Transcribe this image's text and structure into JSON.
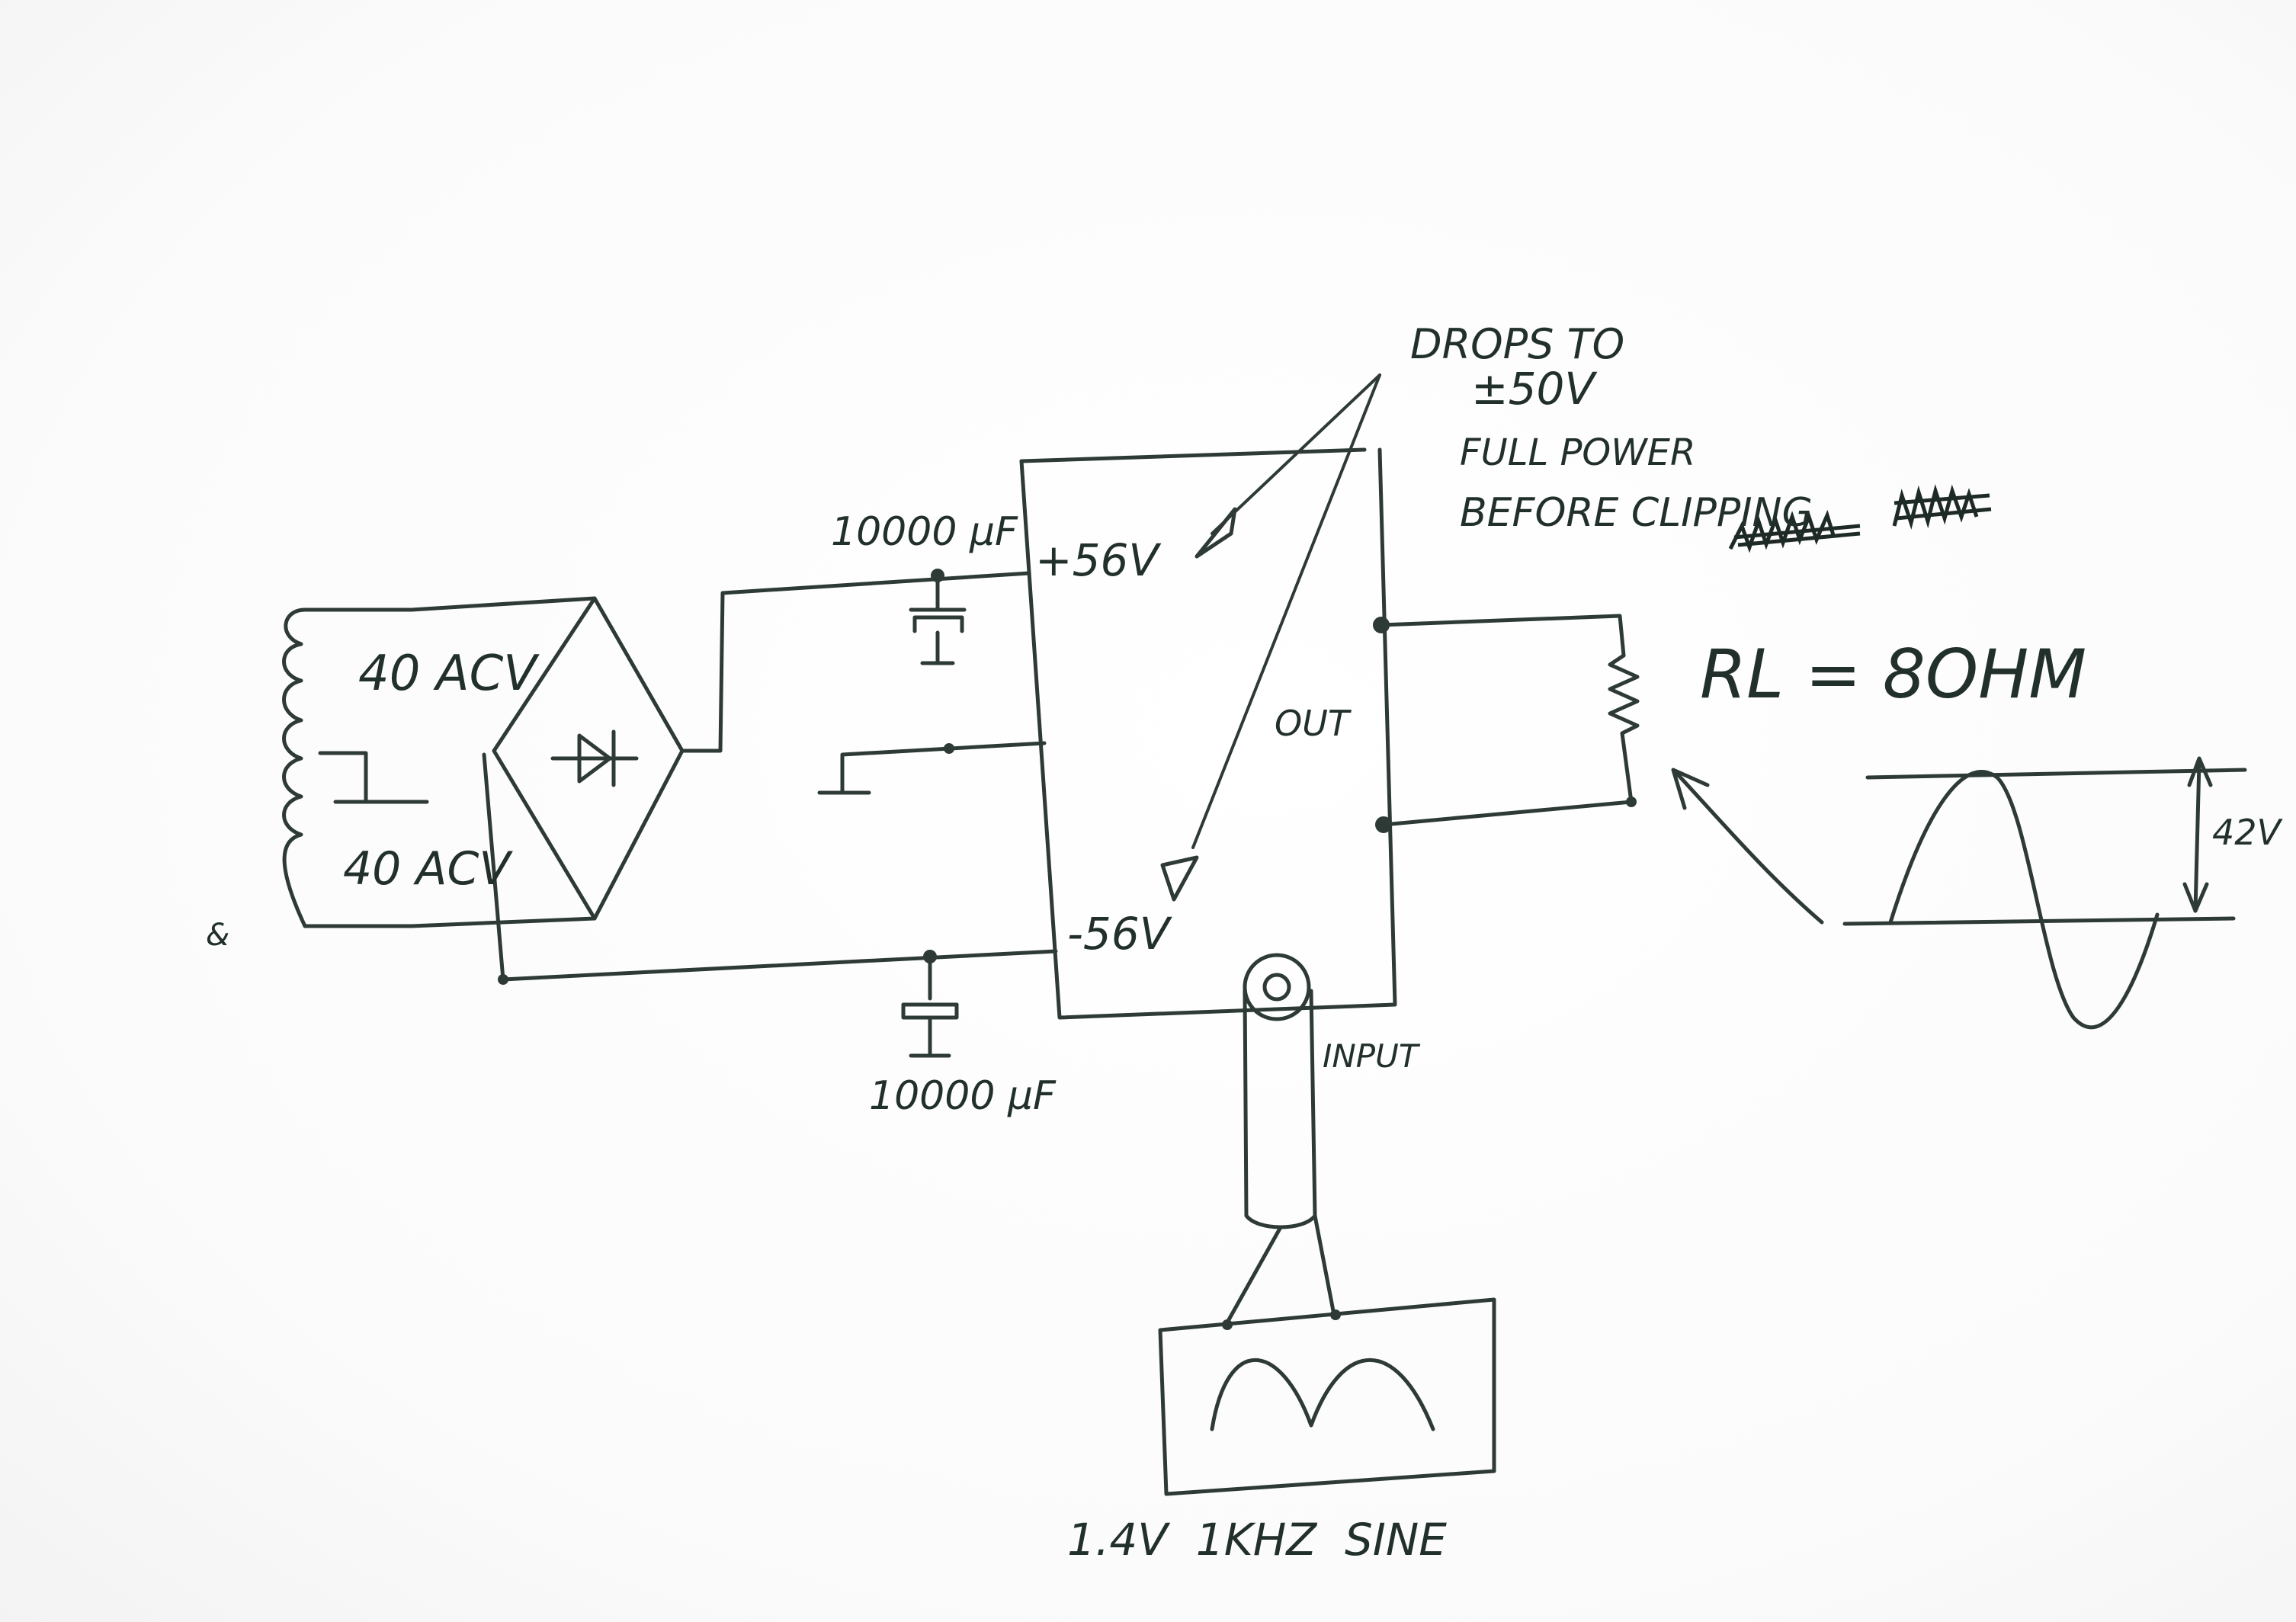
{
  "labels": {
    "transformer_top": "40 ACV",
    "transformer_bottom": "40 ACV",
    "cap_top": "10000 µF",
    "cap_bottom": "10000 µF",
    "rail_pos": "+56V",
    "rail_neg": "-56V",
    "out": "OUT",
    "input": "INPUT",
    "load": "RL = 8OHM",
    "amplitude": "42V",
    "source": "1.4V  1KHZ  SINE",
    "note_line1": "DROPS TO",
    "note_line2": "±50V",
    "note_line3": "FULL POWER",
    "note_line4": "BEFORE CLIPPING",
    "stray_mark": "&"
  }
}
